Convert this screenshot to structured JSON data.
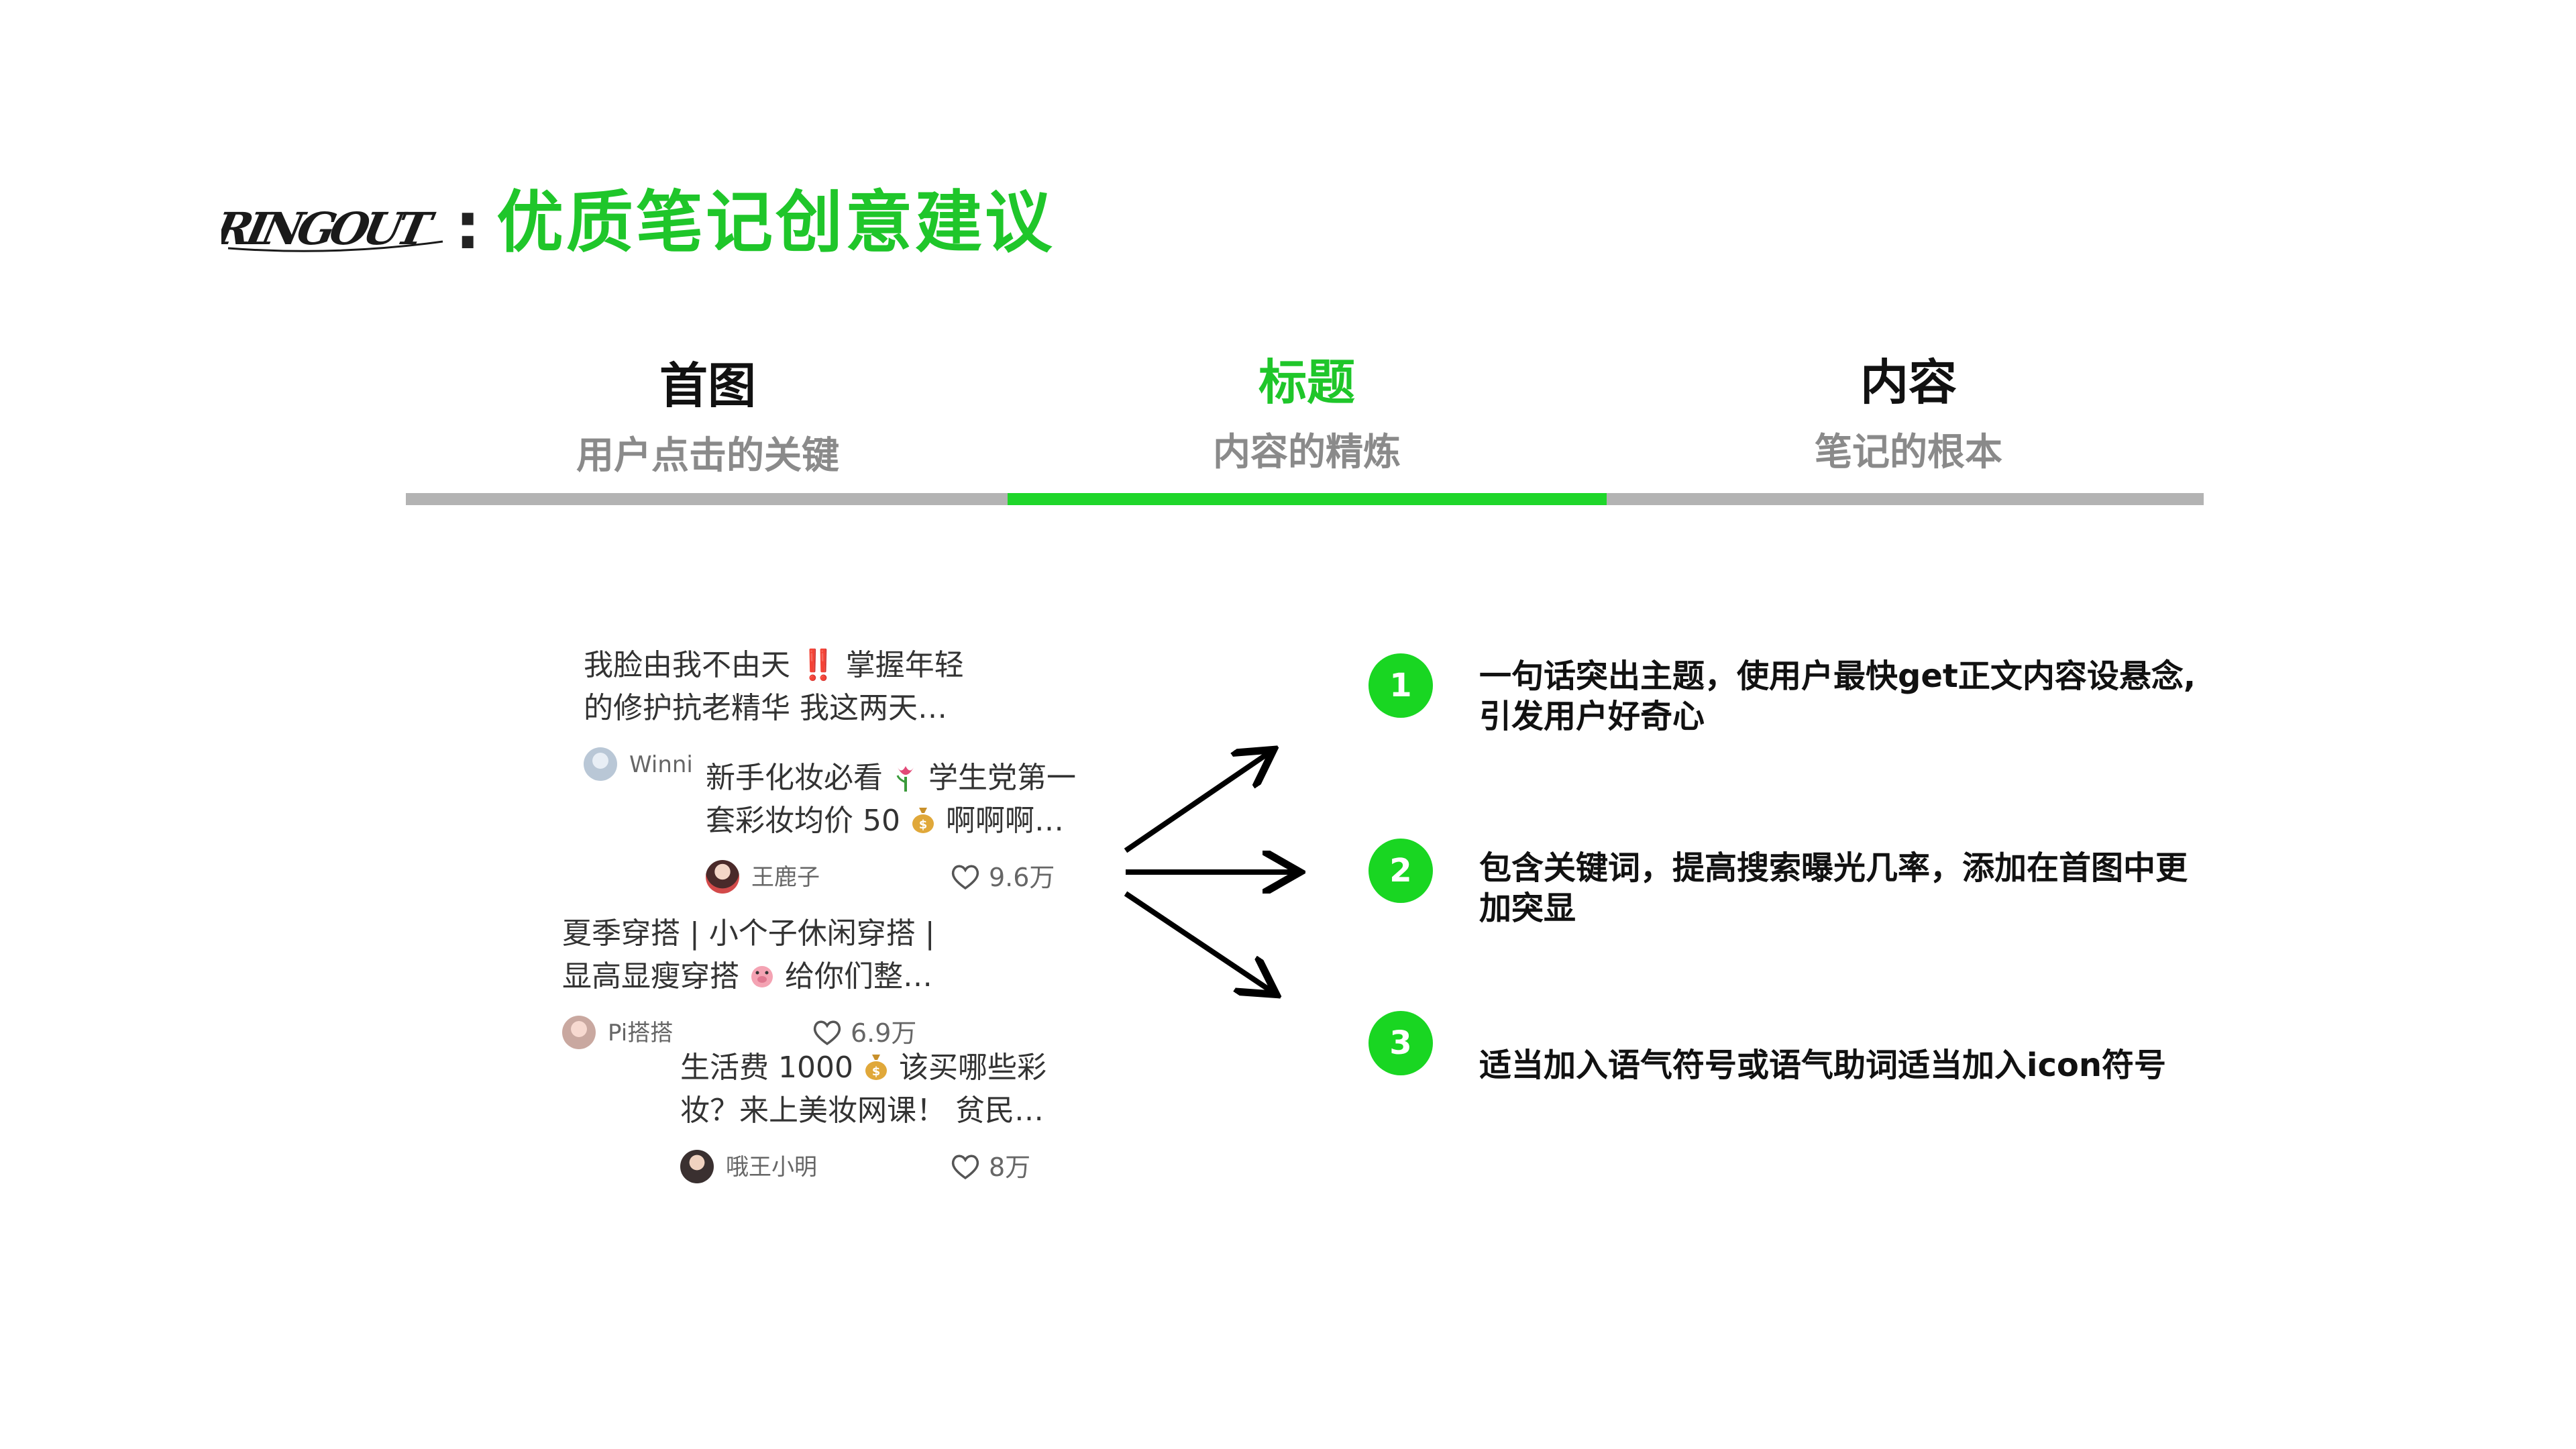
{
  "header": {
    "logo_text": "RINGOUT",
    "colon": ":",
    "title": "优质笔记创意建议"
  },
  "colors": {
    "accent": "#1fc62a",
    "track": "#b3b3b3",
    "text": "#111111"
  },
  "tabs": [
    {
      "title": "首图",
      "subtitle": "用户点击的关键",
      "active": false
    },
    {
      "title": "标题",
      "subtitle": "内容的精炼",
      "active": true
    },
    {
      "title": "内容",
      "subtitle": "笔记的根本",
      "active": false
    }
  ],
  "notes": [
    {
      "line1": "我脸由我不由天 ‼️ 掌握年轻",
      "line2": "的修护抗老精华 我这两天…",
      "author": "Winni",
      "likes": ""
    },
    {
      "line1": "新手化妆必看",
      "line1b": "学生党第一",
      "line2": "套彩妆均价 50",
      "line2b": "啊啊啊…",
      "author": "王鹿子",
      "likes": "9.6万"
    },
    {
      "line1": "夏季穿搭 | 小个子休闲穿搭 |",
      "line2": "显高显瘦穿搭",
      "line2b": "给你们整…",
      "author": "Pi搭搭",
      "likes": "6.9万"
    },
    {
      "line1": "生活费 1000",
      "line1b": "该买哪些彩",
      "line2": "妆？来上美妆网课！ 贫民…",
      "author": "哦王小明",
      "likes": "8万"
    }
  ],
  "tips": [
    {
      "number": "1",
      "text": "一句话突出主题，使用户最快get正文内容设悬念,引发用户好奇心"
    },
    {
      "number": "2",
      "text": "包含关键词，提高搜索曝光几率，添加在首图中更加突显"
    },
    {
      "number": "3",
      "text": "适当加入语气符号或语气助词适当加入icon符号"
    }
  ],
  "icons": {
    "heart": "heart-icon",
    "moneybag": "money-bag-icon",
    "tulip": "tulip-icon",
    "pig": "pig-face-icon",
    "arrow": "arrow-right-icon"
  }
}
